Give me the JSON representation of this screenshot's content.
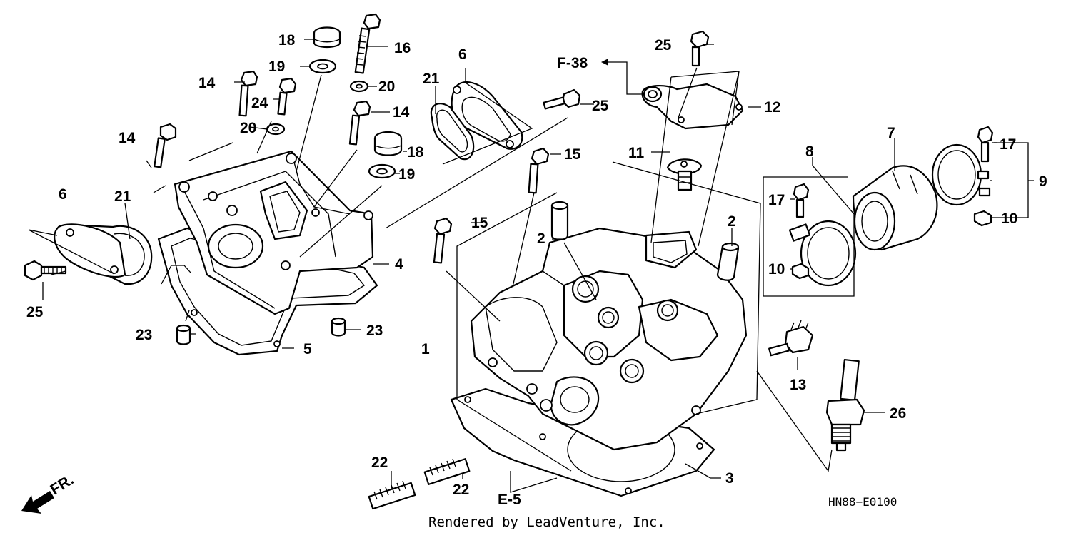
{
  "diagram": {
    "callouts": [
      "1",
      "2",
      "2",
      "3",
      "4",
      "5",
      "6",
      "6",
      "7",
      "8",
      "9",
      "10",
      "10",
      "11",
      "12",
      "13",
      "14",
      "14",
      "14",
      "15",
      "15",
      "16",
      "17",
      "17",
      "18",
      "18",
      "19",
      "19",
      "20",
      "20",
      "21",
      "21",
      "22",
      "22",
      "23",
      "23",
      "24",
      "25",
      "25",
      "25",
      "26"
    ],
    "refs": {
      "f38": "F-38",
      "e5": "E-5",
      "fr": "FR."
    },
    "drawing_code": "HN88−E0100",
    "credit": "Rendered by LeadVenture, Inc."
  }
}
